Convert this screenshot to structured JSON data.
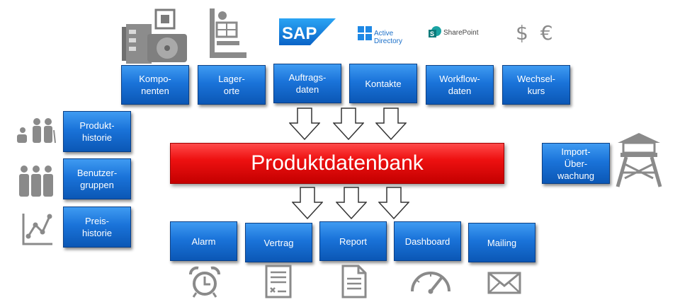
{
  "center": {
    "label": "Produktdatenbank"
  },
  "top_sources": [
    {
      "label": "Kompo-\nnenten",
      "icon": "hardware-components-icon"
    },
    {
      "label": "Lager-\norte",
      "icon": "warehouse-shelf-icon"
    },
    {
      "label": "Auftrags-\ndaten",
      "icon": "sap-logo"
    },
    {
      "label": "Kontakte",
      "icon": "active-directory-logo"
    },
    {
      "label": "Workflow-\ndaten",
      "icon": "sharepoint-logo"
    },
    {
      "label": "Wechsel-\nkurs",
      "icon": "currency-icon"
    }
  ],
  "logos": {
    "sap": "SAP",
    "active_directory": "Active Directory",
    "sharepoint": "SharePoint",
    "currency": "$ €"
  },
  "left_sources": [
    {
      "label": "Produkt-\nhistorie",
      "icon": "people-generations-icon"
    },
    {
      "label": "Benutzer-\ngruppen",
      "icon": "user-group-icon"
    },
    {
      "label": "Preis-\nhistorie",
      "icon": "line-chart-icon"
    }
  ],
  "right_source": {
    "label": "Import-\nÜber-\nwachung",
    "icon": "watchtower-icon"
  },
  "outputs": [
    {
      "label": "Alarm",
      "icon": "alarm-clock-icon"
    },
    {
      "label": "Vertrag",
      "icon": "contract-document-icon"
    },
    {
      "label": "Report",
      "icon": "report-document-icon"
    },
    {
      "label": "Dashboard",
      "icon": "gauge-icon"
    },
    {
      "label": "Mailing",
      "icon": "envelope-icon"
    }
  ]
}
